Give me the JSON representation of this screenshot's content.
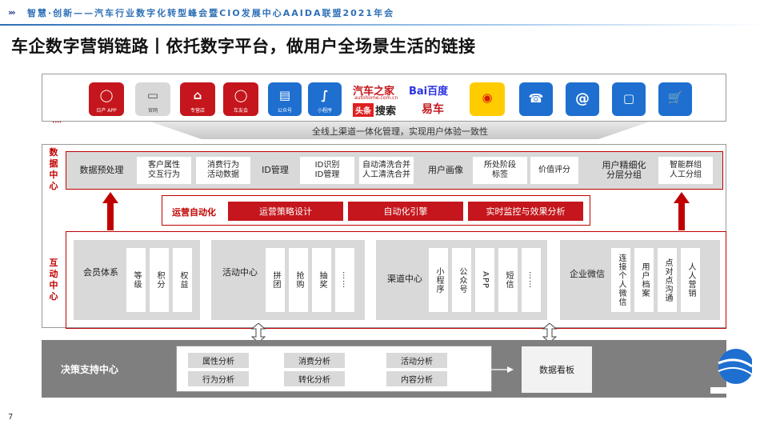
{
  "header": {
    "subtitle": "智慧·创新——汽车行业数字化转型峰会暨CIO发展中心AAIDA联盟2021年会",
    "title": "车企数字营销链路丨依托数字平台，做用户全场景生活的链接"
  },
  "touchpoints": {
    "label": "用户触点",
    "icons": [
      {
        "name": "nissan-app-icon",
        "caption": "日产 APP",
        "color": "#c4161c"
      },
      {
        "name": "website-icon",
        "caption": "官网",
        "color": "#d8d8d8"
      },
      {
        "name": "dealer-store-icon",
        "caption": "专营店",
        "color": "#c4161c"
      },
      {
        "name": "nissan-club-icon",
        "caption": "车友会",
        "color": "#c4161c"
      },
      {
        "name": "official-account-icon",
        "caption": "公众号",
        "color": "#1e6fd0"
      },
      {
        "name": "mini-program-icon",
        "caption": "小程序",
        "color": "#1e6fd0"
      }
    ],
    "brands": {
      "autohome": "汽车之家",
      "autohome_domain": "autohome.com.cn",
      "toutiao": "头条",
      "sohu": "搜索",
      "baidu": "Bai百度",
      "yiche": "易车"
    },
    "channel_icons": [
      "weibo-icon",
      "phone-icon",
      "email-icon",
      "sms-icon",
      "shop-cart-icon"
    ]
  },
  "funnel_text": "全线上渠道一体化管理，实现用户体验一致性",
  "data_center": {
    "label": "数据中心",
    "cells": [
      "数据预处理",
      "客户属性\n交互行为",
      "消费行为\n活动数据",
      "ID管理",
      "ID识别\nID管理",
      "自动清洗合并\n人工清洗合并",
      "用户画像",
      "所处阶段\n标签",
      "价值评分",
      "用户精细化\n分层分组",
      "智能群组\n人工分组"
    ],
    "automation": {
      "label": "运营自动化",
      "buttons": [
        "运营策略设计",
        "自动化引擎",
        "实时监控与效果分析"
      ]
    }
  },
  "interaction_center": {
    "label": "互动中心",
    "groups": [
      {
        "title": "会员体系",
        "items": [
          "等级",
          "积分",
          "权益"
        ]
      },
      {
        "title": "活动中心",
        "items": [
          "拼团",
          "抢购",
          "抽奖",
          "……"
        ]
      },
      {
        "title": "渠道中心",
        "items": [
          "小程序",
          "公众号",
          "APP",
          "短信",
          "……"
        ]
      },
      {
        "title": "企业微信",
        "items": [
          "连接个人微信",
          "用户档案",
          "点对点沟通",
          "人人营销"
        ]
      }
    ]
  },
  "decision": {
    "label": "决策支持中心",
    "analyses": [
      "属性分析",
      "消费分析",
      "活动分析",
      "行为分析",
      "转化分析",
      "内容分析"
    ],
    "board": "数据看板"
  },
  "page_number": "7",
  "colors": {
    "accent_red": "#c4161c",
    "blue": "#1e6fd0",
    "grey": "#d9d9d9",
    "dark_grey": "#7f7f7f"
  }
}
